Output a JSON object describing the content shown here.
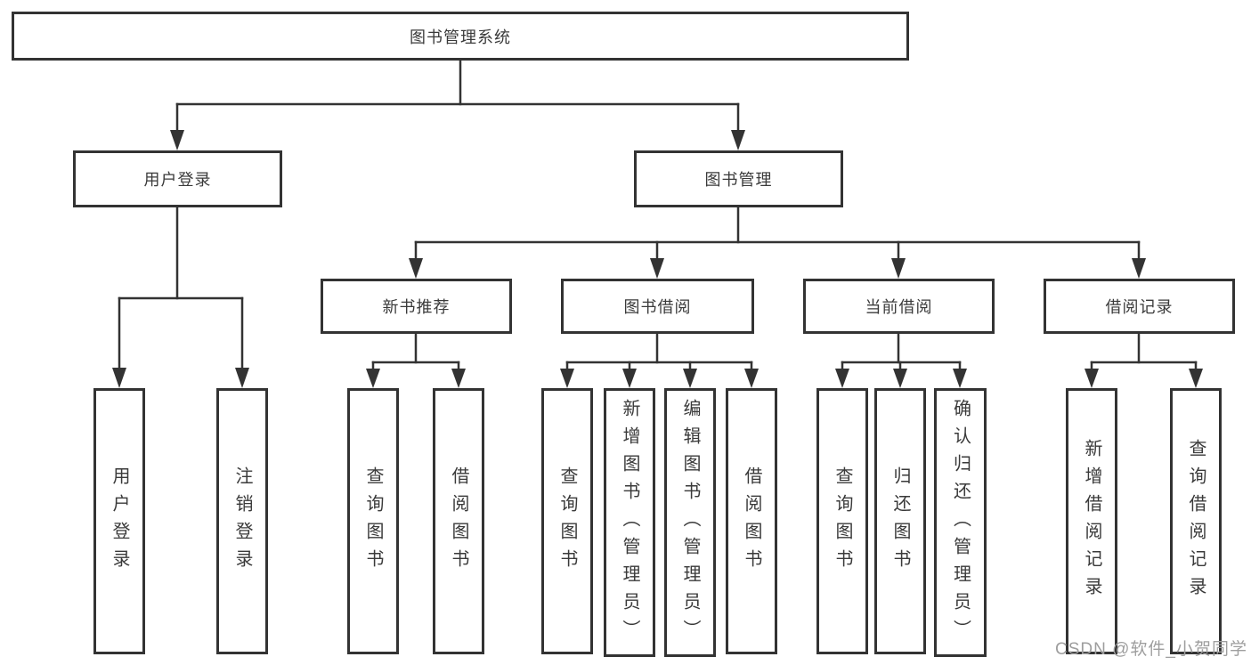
{
  "colors": {
    "line": "#333333",
    "box_border": "#333333",
    "text": "#3a3a3a",
    "watermark_text": "#9e9e9e",
    "background": "#ffffff"
  },
  "tree": {
    "title": "图书管理系统",
    "user_login_branch": {
      "label": "用户登录",
      "children": [
        "用户登录",
        "注销登录"
      ]
    },
    "book_mgmt_branch": {
      "label": "图书管理",
      "groups": [
        {
          "label": "新书推荐",
          "children": [
            "查询图书",
            "借阅图书"
          ]
        },
        {
          "label": "图书借阅",
          "children": [
            "查询图书",
            "新增图书（管理员）",
            "编辑图书（管理员）",
            "借阅图书"
          ]
        },
        {
          "label": "当前借阅",
          "children": [
            "查询图书",
            "归还图书",
            "确认归还（管理员）"
          ]
        },
        {
          "label": "借阅记录",
          "children": [
            "新增借阅记录",
            "查询借阅记录"
          ]
        }
      ]
    }
  },
  "watermark": "CSDN @软件_小贺同学"
}
